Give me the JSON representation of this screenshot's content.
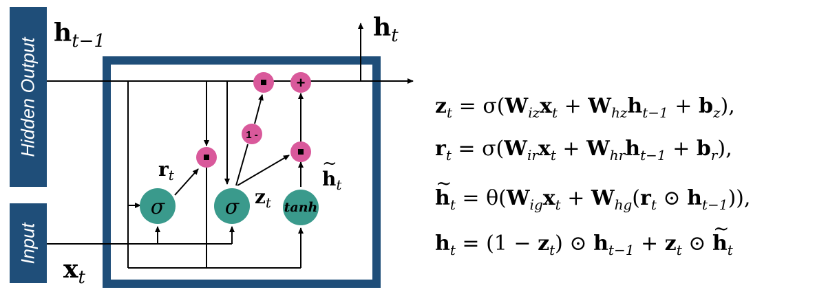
{
  "labels": {
    "hidden_output": "Hidden Output",
    "input": "Input"
  },
  "vars": {
    "h_prev_base": "h",
    "h_prev_sub": "t−1",
    "h_out_base": "h",
    "h_out_sub": "t",
    "x_base": "x",
    "x_sub": "t",
    "r_base": "r",
    "r_sub": "t",
    "z_base": "z",
    "z_sub": "t",
    "htilde_base": "h",
    "htilde_sub": "t"
  },
  "gates": {
    "sigma1": "σ",
    "sigma2": "σ",
    "tanh": "tanh",
    "one_minus": "1 -",
    "mult_symbol": "·",
    "plus_symbol": "+"
  },
  "colors": {
    "box": "#1f4e79",
    "gate": "#3a9a8c",
    "op": "#d9599b",
    "line": "#000000"
  },
  "equations": [
    {
      "lhs": "z",
      "lhs_sub": "t",
      "rhs_parts": [
        "σ(",
        "W",
        "iz",
        "x",
        "t",
        " + ",
        "W",
        "hz",
        "h",
        "t−1",
        " + ",
        "b",
        "z",
        "),"
      ]
    },
    {
      "lhs": "r",
      "lhs_sub": "t",
      "rhs_parts": [
        "σ(",
        "W",
        "ir",
        "x",
        "t",
        " + ",
        "W",
        "hr",
        "h",
        "t−1",
        " + ",
        "b",
        "r",
        "),"
      ]
    },
    {
      "lhs": "h",
      "lhs_sub": "t",
      "rhs_parts": [
        "θ(",
        "W",
        "ig",
        "x",
        "t",
        " + ",
        "W",
        "hg",
        "(",
        "r",
        "t",
        " ⊙ ",
        "h",
        "t−1",
        ")),"
      ]
    },
    {
      "lhs": "h",
      "lhs_sub": "t",
      "rhs_parts": [
        "(1 − ",
        "z",
        "t",
        ") ⊙ ",
        "h",
        "t−1",
        " + ",
        "z",
        "t",
        " ⊙ ",
        "h",
        "t"
      ]
    }
  ]
}
